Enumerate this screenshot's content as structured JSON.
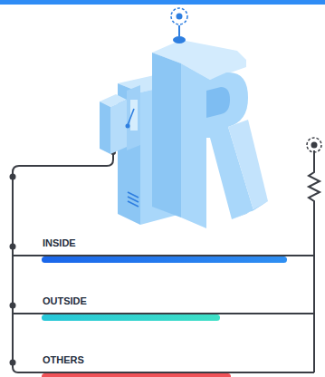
{
  "diagram": {
    "nodes": [
      {
        "text": [
          "INSIDE"
        ]
      },
      {
        "text": [
          "OUTSIDE"
        ]
      },
      {
        "text": [
          "OTHERS"
        ]
      }
    ]
  }
}
